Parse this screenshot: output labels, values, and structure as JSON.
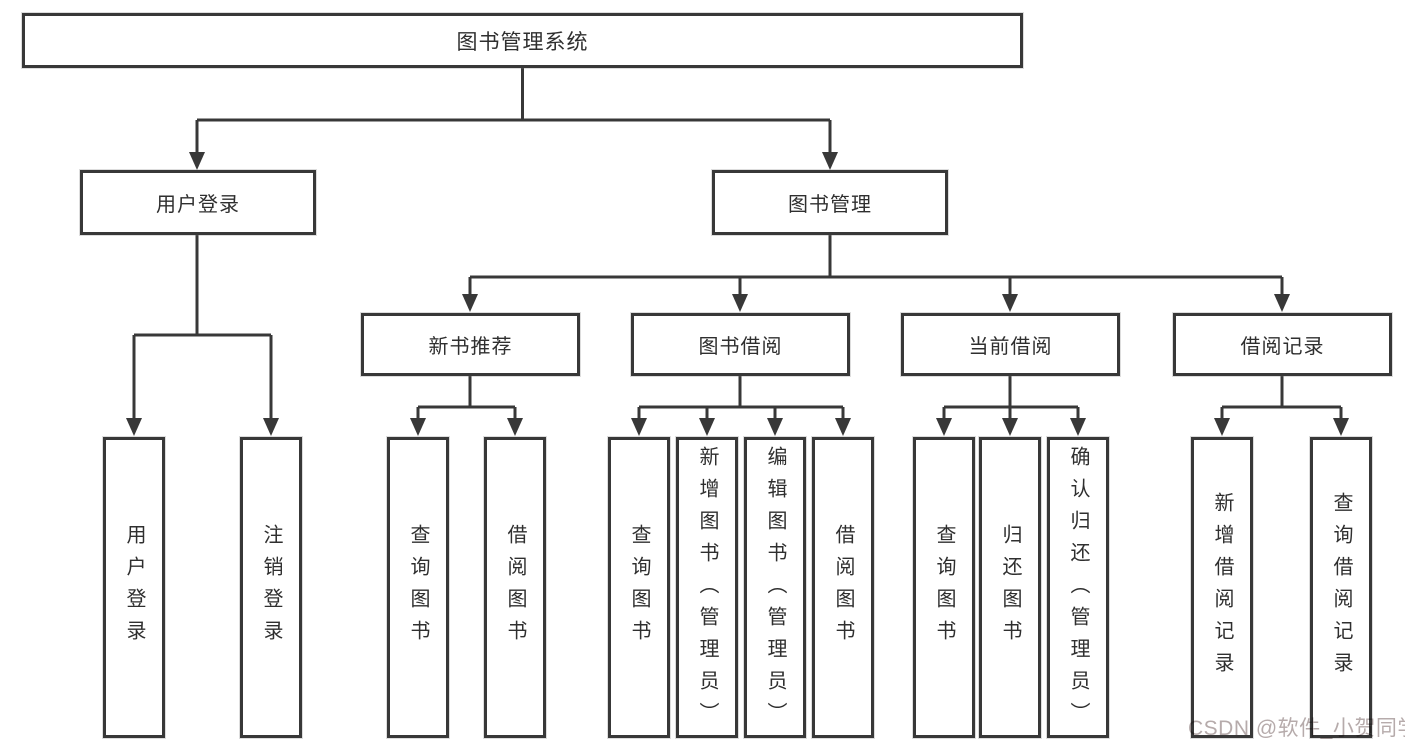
{
  "diagram_type": "hierarchy-tree",
  "colors": {
    "line": "#383838",
    "node_border": "#383838",
    "node_bg": "#ffffff",
    "text": "#2f2f2f",
    "watermark": "#a49696"
  },
  "tree": {
    "label": "图书管理系统",
    "children": [
      {
        "label": "用户登录",
        "children": [
          {
            "label": "用户登录"
          },
          {
            "label": "注销登录"
          }
        ]
      },
      {
        "label": "图书管理",
        "children": [
          {
            "label": "新书推荐",
            "children": [
              {
                "label": "查询图书"
              },
              {
                "label": "借阅图书"
              }
            ]
          },
          {
            "label": "图书借阅",
            "children": [
              {
                "label": "查询图书"
              },
              {
                "label": "新增图书（管理员）"
              },
              {
                "label": "编辑图书（管理员）"
              },
              {
                "label": "借阅图书"
              }
            ]
          },
          {
            "label": "当前借阅",
            "children": [
              {
                "label": "查询图书"
              },
              {
                "label": "归还图书"
              },
              {
                "label": "确认归还（管理员）"
              }
            ]
          },
          {
            "label": "借阅记录",
            "children": [
              {
                "label": "新增借阅记录"
              },
              {
                "label": "查询借阅记录"
              }
            ]
          }
        ]
      }
    ]
  },
  "watermark": "CSDN @软件_小贺同学"
}
